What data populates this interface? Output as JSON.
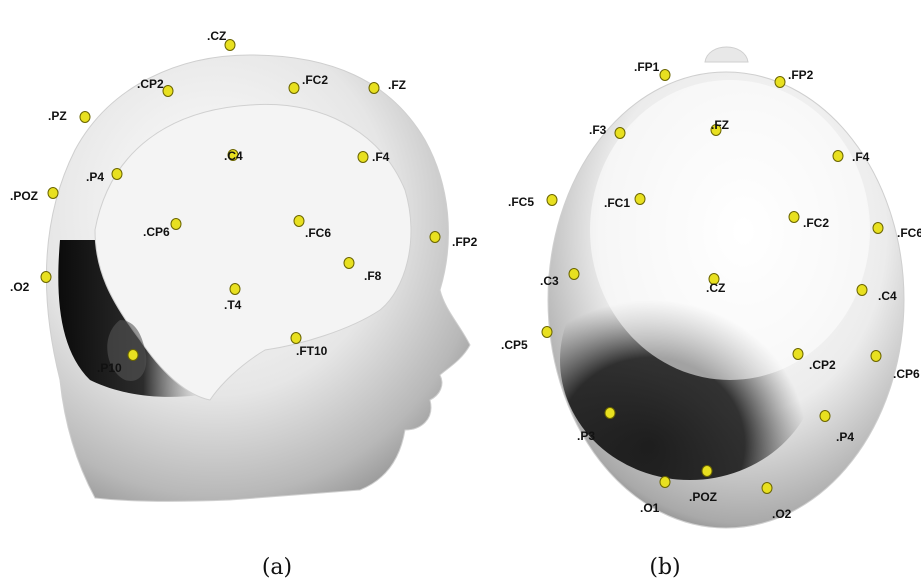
{
  "panel_a": {
    "caption": "(a)",
    "electrodes": [
      ".CZ",
      ".CP2",
      ".FC2",
      ".FZ",
      ".PZ",
      ".C4",
      ".F4",
      ".P4",
      ".POZ",
      ".CP6",
      ".FC6",
      ".FP2",
      ".O2",
      ".F8",
      ".T4",
      ".FT10",
      ".P10"
    ]
  },
  "panel_b": {
    "caption": "(b)",
    "electrodes": [
      ".FP1",
      ".FP2",
      ".F3",
      ".FZ",
      ".F4",
      ".FC5",
      ".FC1",
      ".FC2",
      ".FC6",
      ".C3",
      ".CZ",
      ".C4",
      ".CP5",
      ".CP2",
      ".CP6",
      ".P3",
      ".P4",
      ".O1",
      ".POZ",
      ".O2"
    ]
  },
  "colors": {
    "marker": "#e8e020",
    "marker_edge": "#6b6500",
    "head_light": "#ffffff",
    "head_shadow": "#111111"
  }
}
